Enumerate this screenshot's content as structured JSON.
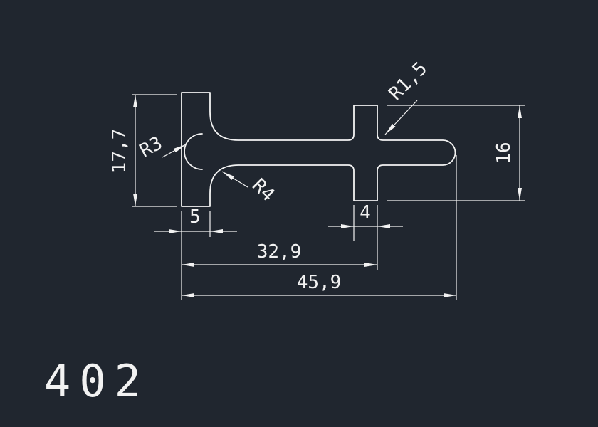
{
  "colors": {
    "background": "#20262f",
    "line": "#f2f2f2"
  },
  "title_block": {
    "drawing_number": "402"
  },
  "dimensions": {
    "left_height": "17,7",
    "right_height": "16",
    "flange_width": "5",
    "stem_width": "4",
    "inner_width": "32,9",
    "total_width": "45,9"
  },
  "radii": {
    "notch": "R3",
    "bottom_fillet": "R4",
    "top_fillet": "R1,5"
  }
}
